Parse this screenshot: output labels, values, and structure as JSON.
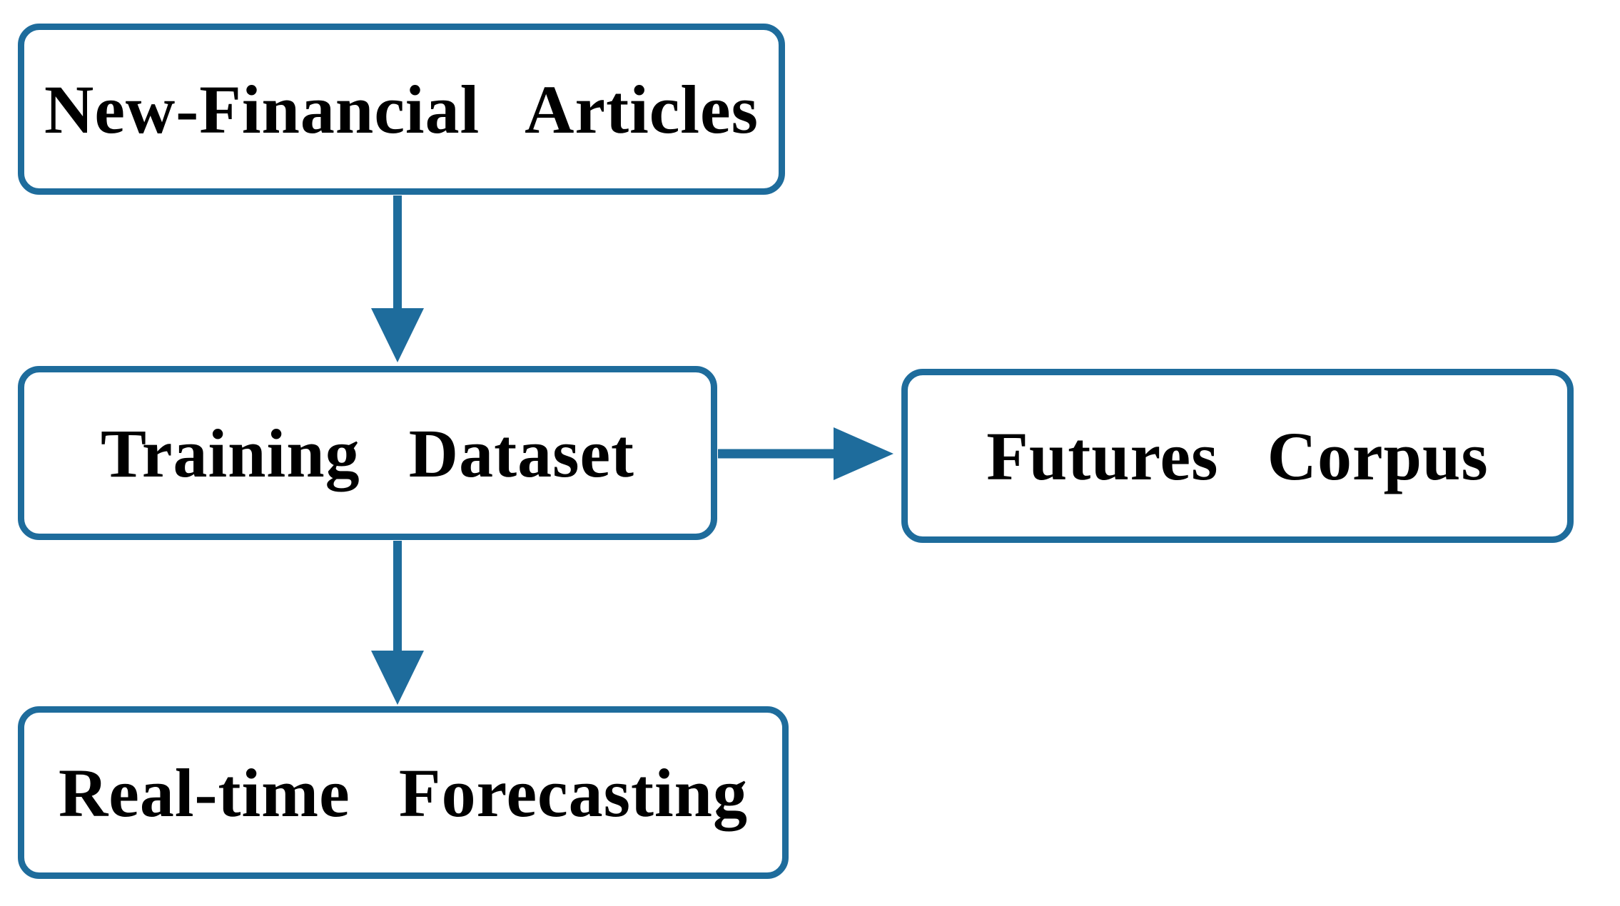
{
  "diagram": {
    "type": "flowchart",
    "nodes": {
      "new_financial_articles": {
        "label": "New-Financial Articles"
      },
      "training_dataset": {
        "label": "Training Dataset"
      },
      "futures_corpus": {
        "label": "Futures Corpus"
      },
      "real_time_forecasting": {
        "label": "Real-time Forecasting"
      }
    },
    "edges": [
      {
        "from": "New-Financial Articles",
        "to": "Training Dataset",
        "direction": "down"
      },
      {
        "from": "Training Dataset",
        "to": "Futures Corpus",
        "direction": "right"
      },
      {
        "from": "Training Dataset",
        "to": "Real-time Forecasting",
        "direction": "down"
      }
    ],
    "colors": {
      "outline": "#1e6c9c",
      "arrow": "#1e6c9c",
      "text": "#000000",
      "box_fill": "#ffffff",
      "background": "#ffffff"
    }
  }
}
